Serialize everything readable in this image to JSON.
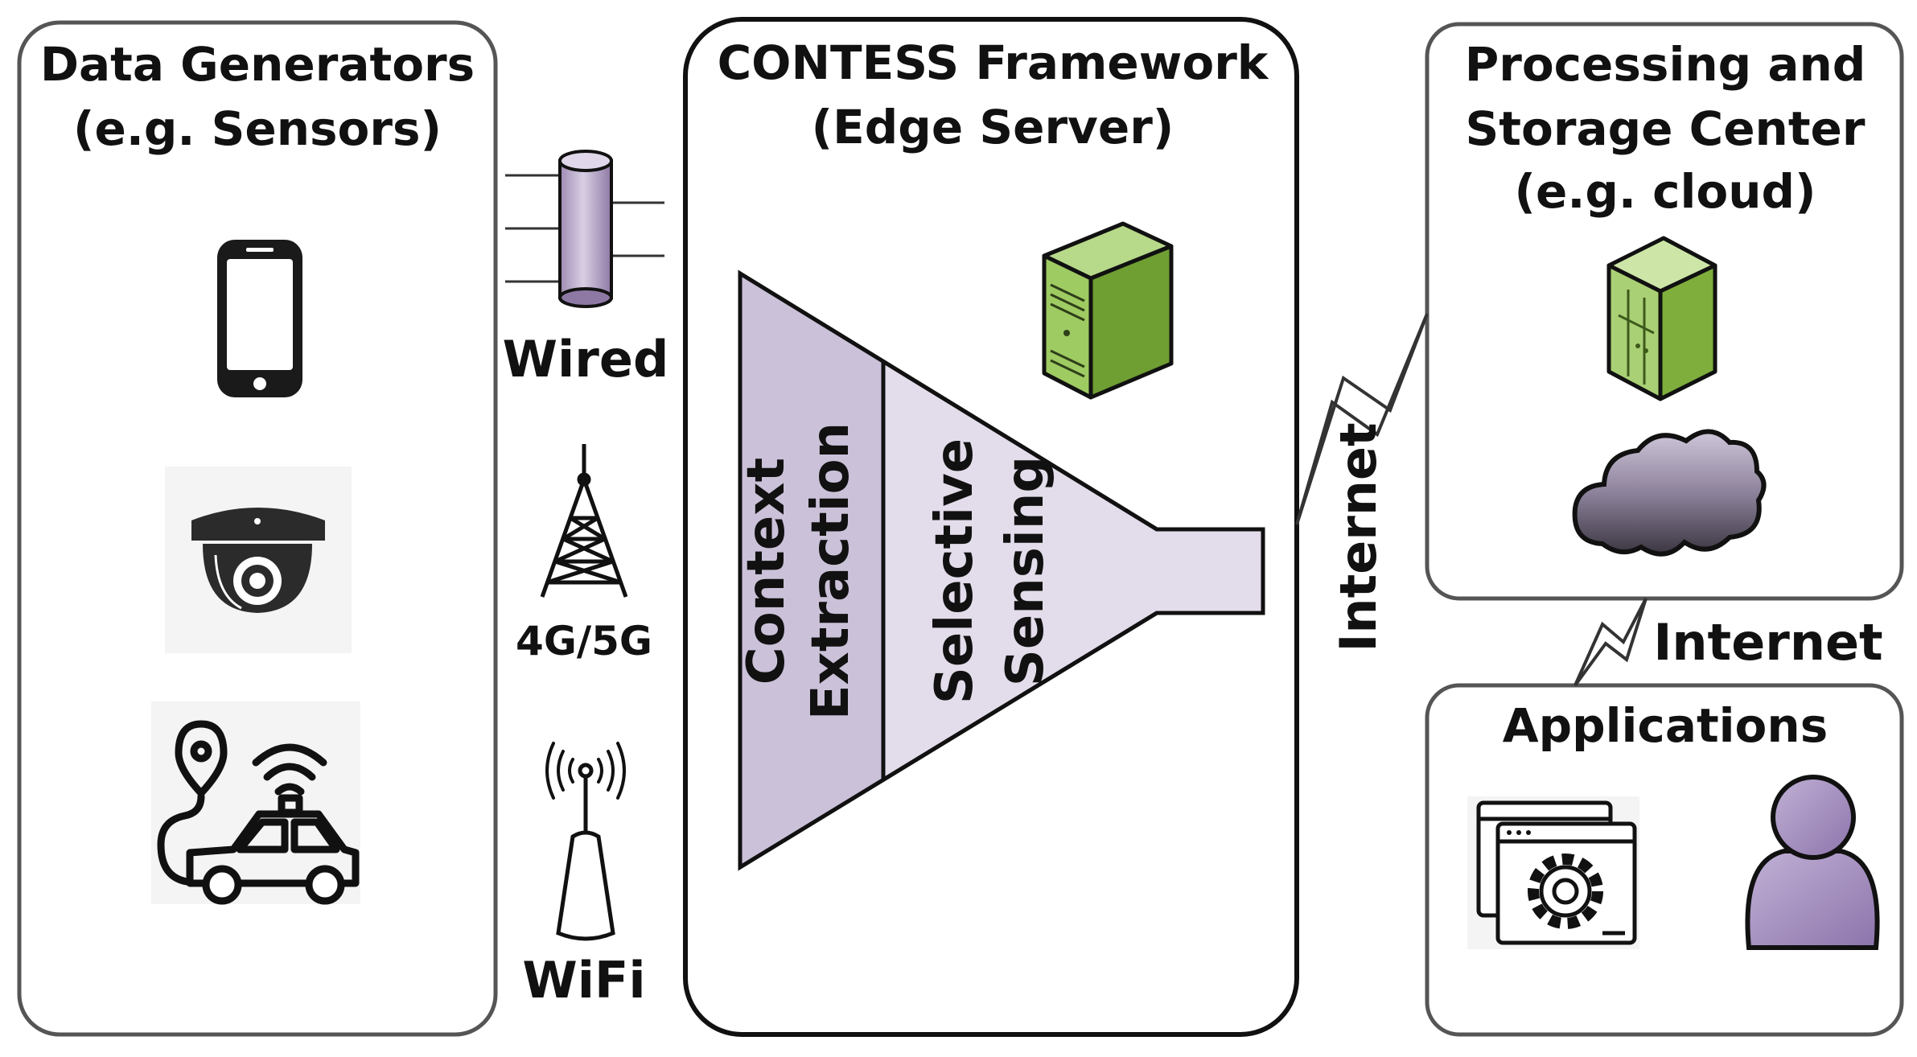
{
  "left_panel": {
    "title_line1": "Data Generators",
    "title_line2": "(e.g. Sensors)"
  },
  "links": {
    "wired": "Wired",
    "cellular": "4G/5G",
    "wifi": "WiFi"
  },
  "edge_panel": {
    "title_line1": "CONTESS Framework",
    "title_line2": "(Edge Server)",
    "funnel": {
      "stage1_line1": "Context",
      "stage1_line2": "Extraction",
      "stage2_line1": "Selective",
      "stage2_line2": "Sensing"
    }
  },
  "edge_to_cloud_label": "Internet",
  "cloud_panel": {
    "title_line1": "Processing and",
    "title_line2": "Storage Center",
    "title_line3": "(e.g. cloud)"
  },
  "cloud_to_apps_label": "Internet",
  "apps_panel": {
    "title": "Applications"
  },
  "colors": {
    "lavender": "#cbc1d9",
    "funnel_fill": "#e3dcea",
    "server_green": "#8cbf45",
    "user_purple": "#a48fc0",
    "cloud_dark": "#4a4550",
    "stroke": "#111111",
    "panel_stroke": "#555555"
  }
}
